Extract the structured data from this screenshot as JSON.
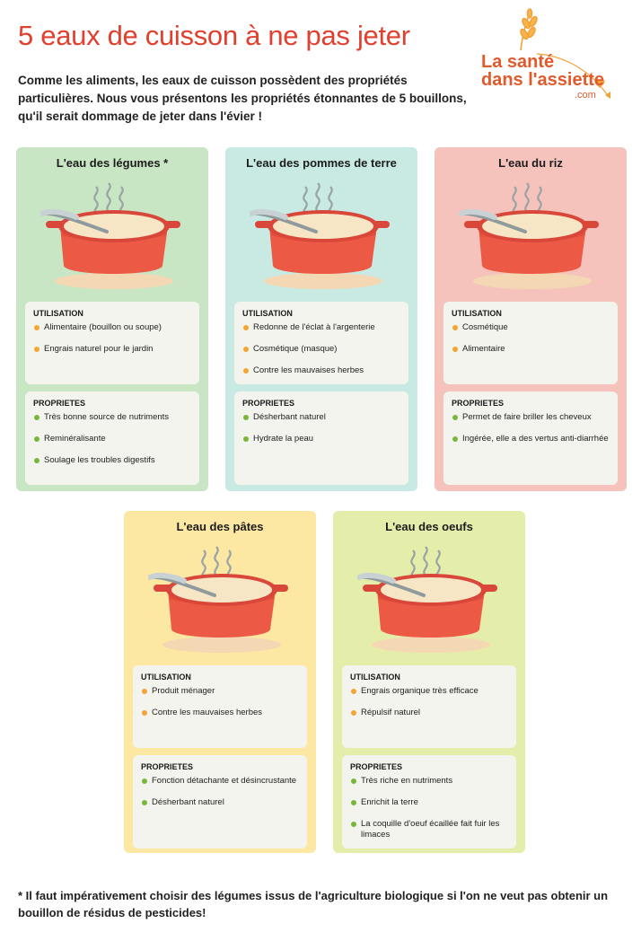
{
  "title": "5 eaux de cuisson à ne pas jeter",
  "intro": "Comme les aliments, les eaux de cuisson possèdent des propriétés particulières. Nous vous présentons les propriétés étonnantes de 5 bouillons, qu'il serait dommage de jeter dans l'évier !",
  "logo": {
    "line1": "La santé",
    "line2": "dans l'assiette",
    "suffix": ".com"
  },
  "cards": [
    {
      "title": "L'eau des légumes *",
      "usage_label": "UTILISATION",
      "usage": [
        "Alimentaire (bouillon ou soupe)",
        "Engrais naturel pour le jardin"
      ],
      "props_label": "PROPRIETES",
      "props": [
        "Très bonne source de nutriments",
        "Reminéralisante",
        "Soulage les troubles digestifs"
      ]
    },
    {
      "title": "L'eau des pommes de terre",
      "usage_label": "UTILISATION",
      "usage": [
        "Redonne de l'éclat à l'argenterie",
        "Cosmétique (masque)",
        "Contre les mauvaises herbes"
      ],
      "props_label": "PROPRIETES",
      "props": [
        "Désherbant naturel",
        "Hydrate la peau"
      ]
    },
    {
      "title": "L'eau du riz",
      "usage_label": "UTILISATION",
      "usage": [
        "Cosmétique",
        "Alimentaire"
      ],
      "props_label": "PROPRIETES",
      "props": [
        "Permet de faire briller les cheveux",
        "Ingérée, elle a des vertus anti-diarrhée"
      ]
    },
    {
      "title": "L'eau des pâtes",
      "usage_label": "UTILISATION",
      "usage": [
        "Produit ménager",
        "Contre les mauvaises herbes"
      ],
      "props_label": "PROPRIETES",
      "props": [
        "Fonction détachante et désincrustante",
        "Désherbant naturel"
      ]
    },
    {
      "title": "L'eau des oeufs",
      "usage_label": "UTILISATION",
      "usage": [
        "Engrais organique très efficace",
        "Répulsif naturel"
      ],
      "props_label": "PROPRIETES",
      "props": [
        "Très riche en nutriments",
        "Enrichit la terre",
        "La coquille d'oeuf écaillée fait fuir les limaces"
      ]
    }
  ],
  "footnote": "* Il faut impérativement choisir des légumes issus de l'agriculture biologique si l'on ne veut pas obtenir un bouillon de résidus de pesticides!",
  "colors": {
    "title": "#e2402f",
    "orange_dot": "#f4a533",
    "green_dot": "#79b73b",
    "pot": "#ec5a45"
  }
}
